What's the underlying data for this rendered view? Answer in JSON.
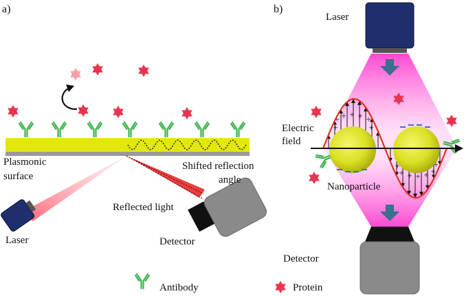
{
  "panel_a": {
    "label": "a)",
    "plasmonic_surface": [
      "Plasmonic",
      "surface"
    ],
    "shifted_reflection": [
      "Shifted reflection",
      "angle"
    ],
    "reflected_light": "Reflected light",
    "laser": "Laser",
    "detector": "Detector"
  },
  "panel_b": {
    "label": "b)",
    "laser": "Laser",
    "electric_field": [
      "Electric",
      "field"
    ],
    "nanoparticle": "Nanoparticle",
    "detector": "Detector"
  },
  "legend": {
    "antibody": "Antibody",
    "protein": "Protein"
  },
  "colors": {
    "protein": "#e8344e",
    "protein_faded": "#f3a0ab",
    "antibody": "#3cb44b",
    "surface_gold": "#e2e80f",
    "surface_gray": "#9a9a9a",
    "laser_body": "#1f2f6e",
    "detector_body": "#8a8a8a",
    "beam_red": "#e02020",
    "field_curve": "#e03020",
    "glow": "#ff40d0",
    "arrow_blue": "#3a6f8f",
    "nanoparticle": "#dce024"
  }
}
